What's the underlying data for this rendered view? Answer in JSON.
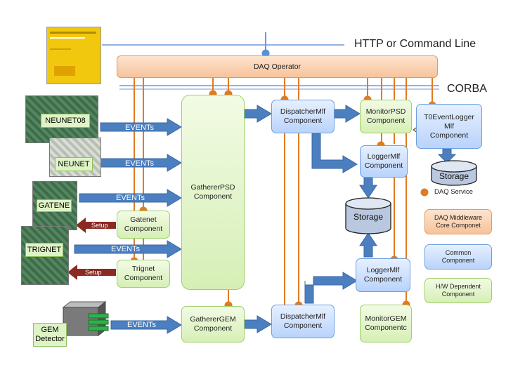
{
  "header": {
    "http_label": "HTTP or Command Line",
    "corba_label": "CORBA",
    "daq_operator": "DAQ Operator"
  },
  "devices": {
    "neunet08": "NEUNET08",
    "neunet": "NEUNET",
    "gatene": "GATENE",
    "trignet": "TRIGNET",
    "gem_detector": "GEM\nDetector"
  },
  "arrows": {
    "events": "EVENTs",
    "setup": "Setup"
  },
  "components": {
    "gatherer_psd": "GathererPSD\nComponent",
    "gatherer_gem": "GathererGEM\nComponent",
    "gatenet": "Gatenet\nComponent",
    "trignet": "Trignet\nComponent",
    "dispatcher_top": "DispatcherMlf\nComponent",
    "dispatcher_bottom": "DispatcherMlf\nComponent",
    "monitor_psd": "MonitorPSD\nComponent",
    "monitor_gem": "MonitorGEM\nComponentc",
    "logger_top": "LoggerMlf\nComponent",
    "logger_bottom": "LoggerMlf\nComponent",
    "t0_event_logger": "T0EventLogger\nMlf\nComponent",
    "storage_main": "Storage",
    "storage_side": "Storage"
  },
  "legend": {
    "daq_service": "DAQ Service",
    "middleware": "DAQ Middleware\nCore Componet",
    "common": "Common\nComponent",
    "hw_dependent": "H/W Dependent\nComponent"
  },
  "colors": {
    "service_orange": "#e07b22",
    "event_arrow_blue": "#4b7fc0",
    "setup_arrow_red": "#8b2a22",
    "http_line_blue": "#5b8fd8"
  }
}
